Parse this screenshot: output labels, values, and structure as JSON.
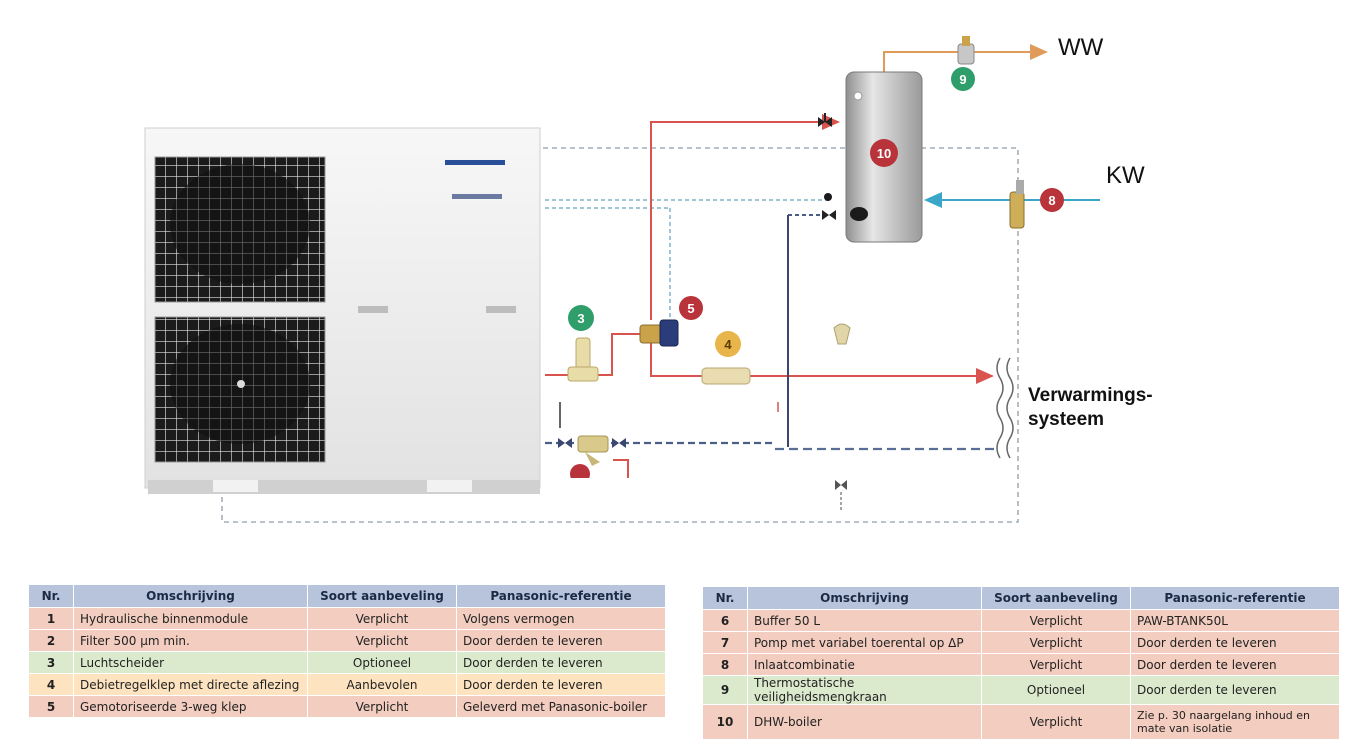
{
  "labels": {
    "ww": "WW",
    "kw": "KW",
    "heating_line1": "Verwarmings-",
    "heating_line2": "systeem"
  },
  "badges": [
    {
      "num": "3",
      "color": "#2f9e6a"
    },
    {
      "num": "4",
      "color": "#e8b54a"
    },
    {
      "num": "5",
      "color": "#b8333a"
    },
    {
      "num": "8",
      "color": "#b8333a"
    },
    {
      "num": "9",
      "color": "#2f9e6a"
    },
    {
      "num": "10",
      "color": "#b8333a"
    }
  ],
  "colors": {
    "verplicht": "#f3cdbf",
    "optioneel": "#dbeacd",
    "aanbevolen": "#fde3c0",
    "header": "#b8c4dc",
    "hot_pipe": "#d9534f",
    "cold_pipe": "#3aa6c8"
  },
  "tables": [
    {
      "headers": [
        "Nr.",
        "Omschrijving",
        "Soort aanbeveling",
        "Panasonic-referentie"
      ],
      "rows": [
        {
          "nr": "1",
          "desc": "Hydraulische binnenmodule",
          "type": "Verplicht",
          "ref": "Volgens vermogen",
          "cat": "verplicht"
        },
        {
          "nr": "2",
          "desc": "Filter 500 µm min.",
          "type": "Verplicht",
          "ref": "Door derden te leveren",
          "cat": "verplicht"
        },
        {
          "nr": "3",
          "desc": "Luchtscheider",
          "type": "Optioneel",
          "ref": "Door derden te leveren",
          "cat": "optioneel"
        },
        {
          "nr": "4",
          "desc": "Debietregelklep met directe aflezing",
          "type": "Aanbevolen",
          "ref": "Door derden te leveren",
          "cat": "aanbevolen"
        },
        {
          "nr": "5",
          "desc": "Gemotoriseerde 3-weg klep",
          "type": "Verplicht",
          "ref": "Geleverd met Panasonic-boiler",
          "cat": "verplicht"
        }
      ]
    },
    {
      "headers": [
        "Nr.",
        "Omschrijving",
        "Soort aanbeveling",
        "Panasonic-referentie"
      ],
      "rows": [
        {
          "nr": "6",
          "desc": "Buffer 50 L",
          "type": "Verplicht",
          "ref": "PAW-BTANK50L",
          "cat": "verplicht"
        },
        {
          "nr": "7",
          "desc": "Pomp met variabel toerental op ΔP",
          "type": "Verplicht",
          "ref": "Door derden te leveren",
          "cat": "verplicht"
        },
        {
          "nr": "8",
          "desc": "Inlaatcombinatie",
          "type": "Verplicht",
          "ref": "Door derden te leveren",
          "cat": "verplicht"
        },
        {
          "nr": "9",
          "desc": "Thermostatische veiligheidsmengkraan",
          "type": "Optioneel",
          "ref": "Door derden te leveren",
          "cat": "optioneel"
        },
        {
          "nr": "10",
          "desc": "DHW-boiler",
          "type": "Verplicht",
          "ref": "Zie p. 30 naargelang inhoud en mate van isolatie",
          "cat": "verplicht"
        }
      ]
    }
  ]
}
